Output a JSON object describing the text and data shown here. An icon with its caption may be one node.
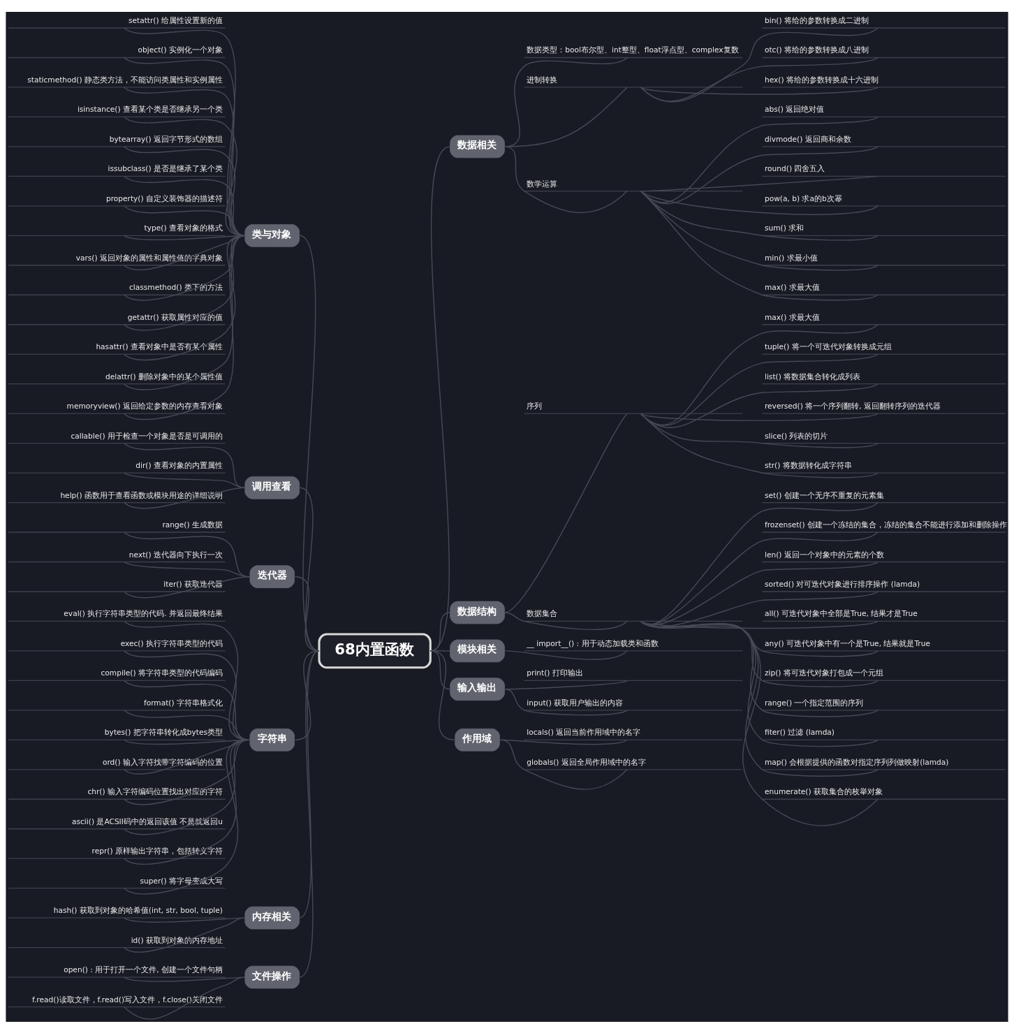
{
  "diagram": {
    "nodes": [
      {
        "text": [
          "68内置函数"
        ]
      },
      {
        "text": [
          "数据相关"
        ]
      },
      {
        "text": [
          "数据类型：bool布尔型、int整型、float浮点型、complex复数"
        ]
      },
      {
        "text": [
          "进制转换"
        ]
      },
      {
        "text": [
          "bin() 将给的参数转换成二进制"
        ]
      },
      {
        "text": [
          "otc() 将给的参数转换成八进制"
        ]
      },
      {
        "text": [
          "hex() 将给的参数转换成十六进制"
        ]
      },
      {
        "text": [
          "数学运算"
        ]
      },
      {
        "text": [
          "abs() 返回绝对值"
        ]
      },
      {
        "text": [
          "divmode() 返回商和余数"
        ]
      },
      {
        "text": [
          "round() 四舍五入"
        ]
      },
      {
        "text": [
          "pow(a, b) 求a的b次幂"
        ]
      },
      {
        "text": [
          "sum() 求和"
        ]
      },
      {
        "text": [
          "min() 求最小值"
        ]
      },
      {
        "text": [
          "max() 求最大值"
        ]
      },
      {
        "text": [
          "数据结构"
        ]
      },
      {
        "text": [
          "序列"
        ]
      },
      {
        "text": [
          "max() 求最大值"
        ]
      },
      {
        "text": [
          "tuple() 将一个可迭代对象转换成元组"
        ]
      },
      {
        "text": [
          "list() 将数据集合转化成列表"
        ]
      },
      {
        "text": [
          "reversed() 将一个序列翻转, 返回翻转序列的迭代器"
        ]
      },
      {
        "text": [
          "slice() 列表的切片"
        ]
      },
      {
        "text": [
          "str() 将数据转化成字符串"
        ]
      },
      {
        "text": [
          "数据集合"
        ]
      },
      {
        "text": [
          "set() 创建一个无序不重复的元素集"
        ]
      },
      {
        "text": [
          "frozenset() 创建一个冻结的集合，冻结的集合不能进行添加和删除操作"
        ]
      },
      {
        "text": [
          "len() 返回一个对象中的元素的个数"
        ]
      },
      {
        "text": [
          "sorted() 对可迭代对象进行排序操作 (lamda)"
        ]
      },
      {
        "text": [
          "all() 可迭代对象中全部是True, 结果才是True"
        ]
      },
      {
        "text": [
          "any() 可迭代对象中有一个是True, 结果就是True"
        ]
      },
      {
        "text": [
          "zip() 将可迭代对象打包成一个元组"
        ]
      },
      {
        "text": [
          "range() 一个指定范围的序列"
        ]
      },
      {
        "text": [
          "fiter() 过滤 (lamda)"
        ]
      },
      {
        "text": [
          "map() 会根据提供的函数对指定序列列做映射(lamda)"
        ]
      },
      {
        "text": [
          "enumerate() 获取集合的枚举对象"
        ]
      },
      {
        "text": [
          "模块相关"
        ]
      },
      {
        "text": [
          "__ import__() : 用于动态加载类和函数"
        ]
      },
      {
        "text": [
          "输入输出"
        ]
      },
      {
        "text": [
          "print() 打印输出"
        ]
      },
      {
        "text": [
          "input() 获取用户输出的内容"
        ]
      },
      {
        "text": [
          "作用域"
        ]
      },
      {
        "text": [
          "locals() 返回当前作用域中的名字"
        ]
      },
      {
        "text": [
          "globals() 返回全局作用域中的名字"
        ]
      },
      {
        "text": [
          "类与对象"
        ]
      },
      {
        "text": [
          "setattr() 给属性设置新的值"
        ]
      },
      {
        "text": [
          "object() 实例化一个对象"
        ]
      },
      {
        "text": [
          "staticmethod() 静态类方法，不能访问类属性和实例属性"
        ]
      },
      {
        "text": [
          "isinstance() 查看某个类是否继承另一个类"
        ]
      },
      {
        "text": [
          "bytearray() 返回字节形式的数组"
        ]
      },
      {
        "text": [
          "issubclass() 是否是继承了某个类"
        ]
      },
      {
        "text": [
          "property() 自定义装饰器的描述符"
        ]
      },
      {
        "text": [
          "type() 查看对象的格式"
        ]
      },
      {
        "text": [
          "vars() 返回对象的属性和属性值的字典对象"
        ]
      },
      {
        "text": [
          "classmethod() 类下的方法"
        ]
      },
      {
        "text": [
          "getattr() 获取属性对应的值"
        ]
      },
      {
        "text": [
          "hasattr() 查看对象中是否有某个属性"
        ]
      },
      {
        "text": [
          "delattr() 删除对象中的某个属性值"
        ]
      },
      {
        "text": [
          "memoryview() 返回给定参数的内存查看对象"
        ]
      },
      {
        "text": [
          "调用查看"
        ]
      },
      {
        "text": [
          "callable() 用于检查一个对象是否是可调用的"
        ]
      },
      {
        "text": [
          "dir() 查看对象的内置属性"
        ]
      },
      {
        "text": [
          "help() 函数用于查看函数或模块用途的详细说明"
        ]
      },
      {
        "text": [
          "迭代器"
        ]
      },
      {
        "text": [
          "range() 生成数据"
        ]
      },
      {
        "text": [
          "next() 迭代器向下执行一次"
        ]
      },
      {
        "text": [
          "iter() 获取迭代器"
        ]
      },
      {
        "text": [
          "字符串"
        ]
      },
      {
        "text": [
          "eval() 执行字符串类型的代码. 并返回最终结果"
        ]
      },
      {
        "text": [
          "exec() 执行字符串类型的代码"
        ]
      },
      {
        "text": [
          "compile() 将字符串类型的代码编码"
        ]
      },
      {
        "text": [
          "format() 字符串格式化"
        ]
      },
      {
        "text": [
          "bytes() 把字符串转化成bytes类型"
        ]
      },
      {
        "text": [
          "ord() 输入字符找带字符编码的位置"
        ]
      },
      {
        "text": [
          "chr() 输入字符编码位置找出对应的字符"
        ]
      },
      {
        "text": [
          "ascii() 是ACSII码中的返回该值 不是就返回u"
        ]
      },
      {
        "text": [
          "repr() 原样输出字符串，包括转义字符"
        ]
      },
      {
        "text": [
          "super() 将字母变成大写"
        ]
      },
      {
        "text": [
          "内存相关"
        ]
      },
      {
        "text": [
          "hash() 获取到对象的哈希值(int, str, bool, tuple)"
        ]
      },
      {
        "text": [
          "id() 获取到对象的内存地址"
        ]
      },
      {
        "text": [
          "文件操作"
        ]
      },
      {
        "text": [
          "open() : 用于打开一个文件, 创建一个文件句柄"
        ]
      },
      {
        "text": [
          "f.read()读取文件，f.read()写入文件，f.close()关闭文件"
        ]
      }
    ],
    "edges": [
      {
        "from": 0,
        "to": 1,
        "arrow": "none"
      },
      {
        "from": 1,
        "to": 2,
        "arrow": "none"
      },
      {
        "from": 1,
        "to": 3,
        "arrow": "none"
      },
      {
        "from": 3,
        "to": 4,
        "arrow": "none"
      },
      {
        "from": 3,
        "to": 5,
        "arrow": "none"
      },
      {
        "from": 3,
        "to": 6,
        "arrow": "none"
      },
      {
        "from": 1,
        "to": 7,
        "arrow": "none"
      },
      {
        "from": 7,
        "to": 8,
        "arrow": "none"
      },
      {
        "from": 7,
        "to": 9,
        "arrow": "none"
      },
      {
        "from": 7,
        "to": 10,
        "arrow": "none"
      },
      {
        "from": 7,
        "to": 11,
        "arrow": "none"
      },
      {
        "from": 7,
        "to": 12,
        "arrow": "none"
      },
      {
        "from": 7,
        "to": 13,
        "arrow": "none"
      },
      {
        "from": 7,
        "to": 14,
        "arrow": "none"
      },
      {
        "from": 0,
        "to": 15,
        "arrow": "none"
      },
      {
        "from": 15,
        "to": 16,
        "arrow": "none"
      },
      {
        "from": 16,
        "to": 17,
        "arrow": "none"
      },
      {
        "from": 16,
        "to": 18,
        "arrow": "none"
      },
      {
        "from": 16,
        "to": 19,
        "arrow": "none"
      },
      {
        "from": 16,
        "to": 20,
        "arrow": "none"
      },
      {
        "from": 16,
        "to": 21,
        "arrow": "none"
      },
      {
        "from": 16,
        "to": 22,
        "arrow": "none"
      },
      {
        "from": 15,
        "to": 23,
        "arrow": "none"
      },
      {
        "from": 23,
        "to": 24,
        "arrow": "none"
      },
      {
        "from": 23,
        "to": 25,
        "arrow": "none"
      },
      {
        "from": 23,
        "to": 26,
        "arrow": "none"
      },
      {
        "from": 23,
        "to": 27,
        "arrow": "none"
      },
      {
        "from": 23,
        "to": 28,
        "arrow": "none"
      },
      {
        "from": 23,
        "to": 29,
        "arrow": "none"
      },
      {
        "from": 23,
        "to": 30,
        "arrow": "none"
      },
      {
        "from": 23,
        "to": 31,
        "arrow": "none"
      },
      {
        "from": 23,
        "to": 32,
        "arrow": "none"
      },
      {
        "from": 23,
        "to": 33,
        "arrow": "none"
      },
      {
        "from": 23,
        "to": 34,
        "arrow": "none"
      },
      {
        "from": 0,
        "to": 35,
        "arrow": "none"
      },
      {
        "from": 35,
        "to": 36,
        "arrow": "none"
      },
      {
        "from": 0,
        "to": 37,
        "arrow": "none"
      },
      {
        "from": 37,
        "to": 38,
        "arrow": "none"
      },
      {
        "from": 37,
        "to": 39,
        "arrow": "none"
      },
      {
        "from": 0,
        "to": 40,
        "arrow": "none"
      },
      {
        "from": 40,
        "to": 41,
        "arrow": "none"
      },
      {
        "from": 40,
        "to": 42,
        "arrow": "none"
      },
      {
        "from": 0,
        "to": 43,
        "arrow": "none"
      },
      {
        "from": 43,
        "to": 44,
        "arrow": "none"
      },
      {
        "from": 43,
        "to": 45,
        "arrow": "none"
      },
      {
        "from": 43,
        "to": 46,
        "arrow": "none"
      },
      {
        "from": 43,
        "to": 47,
        "arrow": "none"
      },
      {
        "from": 43,
        "to": 48,
        "arrow": "none"
      },
      {
        "from": 43,
        "to": 49,
        "arrow": "none"
      },
      {
        "from": 43,
        "to": 50,
        "arrow": "none"
      },
      {
        "from": 43,
        "to": 51,
        "arrow": "none"
      },
      {
        "from": 43,
        "to": 52,
        "arrow": "none"
      },
      {
        "from": 43,
        "to": 53,
        "arrow": "none"
      },
      {
        "from": 43,
        "to": 54,
        "arrow": "none"
      },
      {
        "from": 43,
        "to": 55,
        "arrow": "none"
      },
      {
        "from": 43,
        "to": 56,
        "arrow": "none"
      },
      {
        "from": 43,
        "to": 57,
        "arrow": "none"
      },
      {
        "from": 0,
        "to": 58,
        "arrow": "none"
      },
      {
        "from": 58,
        "to": 59,
        "arrow": "none"
      },
      {
        "from": 58,
        "to": 60,
        "arrow": "none"
      },
      {
        "from": 58,
        "to": 61,
        "arrow": "none"
      },
      {
        "from": 0,
        "to": 62,
        "arrow": "none"
      },
      {
        "from": 62,
        "to": 63,
        "arrow": "none"
      },
      {
        "from": 62,
        "to": 64,
        "arrow": "none"
      },
      {
        "from": 62,
        "to": 65,
        "arrow": "none"
      },
      {
        "from": 0,
        "to": 66,
        "arrow": "none"
      },
      {
        "from": 66,
        "to": 67,
        "arrow": "none"
      },
      {
        "from": 66,
        "to": 68,
        "arrow": "none"
      },
      {
        "from": 66,
        "to": 69,
        "arrow": "none"
      },
      {
        "from": 66,
        "to": 70,
        "arrow": "none"
      },
      {
        "from": 66,
        "to": 71,
        "arrow": "none"
      },
      {
        "from": 66,
        "to": 72,
        "arrow": "none"
      },
      {
        "from": 66,
        "to": 73,
        "arrow": "none"
      },
      {
        "from": 66,
        "to": 74,
        "arrow": "none"
      },
      {
        "from": 66,
        "to": 75,
        "arrow": "none"
      },
      {
        "from": 66,
        "to": 76,
        "arrow": "none"
      },
      {
        "from": 0,
        "to": 77,
        "arrow": "none"
      },
      {
        "from": 77,
        "to": 78,
        "arrow": "none"
      },
      {
        "from": 77,
        "to": 79,
        "arrow": "none"
      },
      {
        "from": 0,
        "to": 80,
        "arrow": "none"
      },
      {
        "from": 80,
        "to": 81,
        "arrow": "none"
      },
      {
        "from": 80,
        "to": 82,
        "arrow": "none"
      }
    ]
  }
}
